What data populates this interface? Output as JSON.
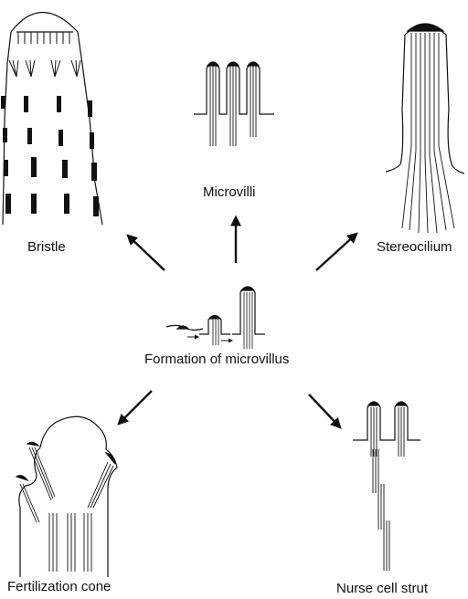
{
  "labels": {
    "microvilli": "Microvilli",
    "bristle": "Bristle",
    "stereocilium": "Stereocilium",
    "formation": "Formation of microvillus",
    "fertilization_cone": "Fertilization cone",
    "nurse_cell_strut": "Nurse cell strut"
  },
  "colors": {
    "ink": "#111111",
    "background": "#ffffff"
  }
}
